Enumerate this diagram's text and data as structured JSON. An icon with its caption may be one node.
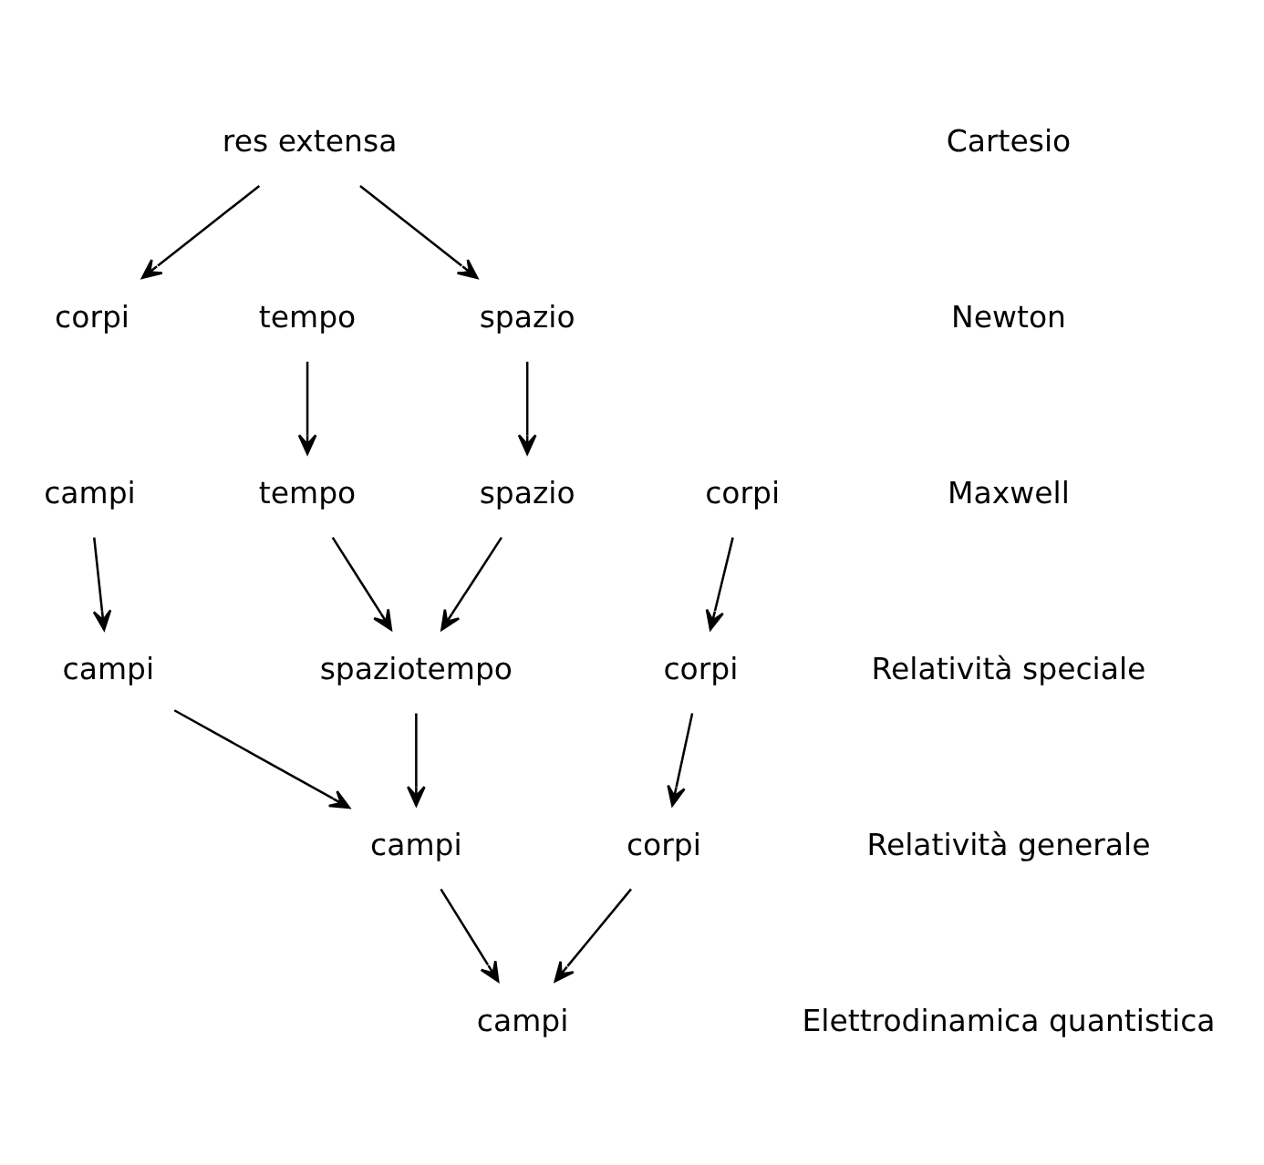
{
  "diagram": {
    "nodes": [
      {
        "text": [
          "res extensa"
        ]
      },
      {
        "text": [
          "corpi"
        ]
      },
      {
        "text": [
          "spazio"
        ]
      },
      {
        "text": [
          "tempo"
        ]
      },
      {
        "text": [
          "corpi"
        ]
      },
      {
        "text": [
          "campi"
        ]
      },
      {
        "text": [
          "spazio"
        ]
      },
      {
        "text": [
          "tempo"
        ]
      },
      {
        "text": [
          "corpi"
        ]
      },
      {
        "text": [
          "campi"
        ]
      },
      {
        "text": [
          "spaziotempo"
        ]
      },
      {
        "text": [
          "corpi"
        ]
      },
      {
        "text": [
          "campi"
        ]
      },
      {
        "text": [
          "campi"
        ]
      }
    ],
    "edges": [
      {
        "from": 0,
        "to": 1,
        "arrow": "to"
      },
      {
        "from": 0,
        "to": 2,
        "arrow": "to"
      },
      {
        "from": 2,
        "to": 6,
        "arrow": "to"
      },
      {
        "from": 3,
        "to": 7,
        "arrow": "to"
      },
      {
        "from": 4,
        "to": 8,
        "arrow": "to"
      },
      {
        "from": 5,
        "to": 9,
        "arrow": "to"
      },
      {
        "from": 6,
        "to": 10,
        "arrow": "to"
      },
      {
        "from": 7,
        "to": 10,
        "arrow": "to"
      },
      {
        "from": 8,
        "to": 11,
        "arrow": "to"
      },
      {
        "from": 9,
        "to": 12,
        "arrow": "to"
      },
      {
        "from": 10,
        "to": 12,
        "arrow": "to"
      },
      {
        "from": 11,
        "to": 13,
        "arrow": "to"
      },
      {
        "from": 12,
        "to": 13,
        "arrow": "to"
      }
    ],
    "labels": [
      "Cartesio",
      "Newton",
      "Maxwell",
      "Relatività speciale",
      "Relatività generale",
      "Elettrodinamica quantistica"
    ]
  }
}
